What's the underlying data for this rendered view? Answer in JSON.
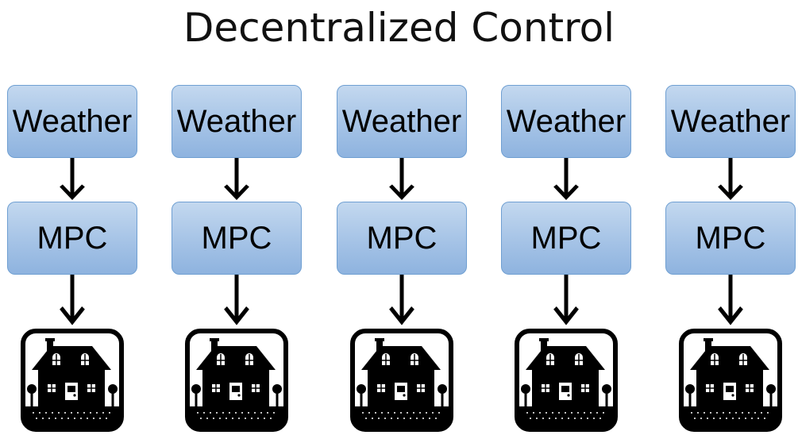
{
  "title": "Decentralized Control",
  "columns": [
    {
      "weather_label": "Weather",
      "mpc_label": "MPC"
    },
    {
      "weather_label": "Weather",
      "mpc_label": "MPC"
    },
    {
      "weather_label": "Weather",
      "mpc_label": "MPC"
    },
    {
      "weather_label": "Weather",
      "mpc_label": "MPC"
    },
    {
      "weather_label": "Weather",
      "mpc_label": "MPC"
    }
  ],
  "icons": {
    "arrow": "arrow-down-icon",
    "house": "house-icon"
  },
  "colors": {
    "box_fill_top": "#c3d8ef",
    "box_fill_bottom": "#8eb3df",
    "box_border": "#6f9fd2",
    "arrow": "#000000",
    "house": "#000000"
  }
}
